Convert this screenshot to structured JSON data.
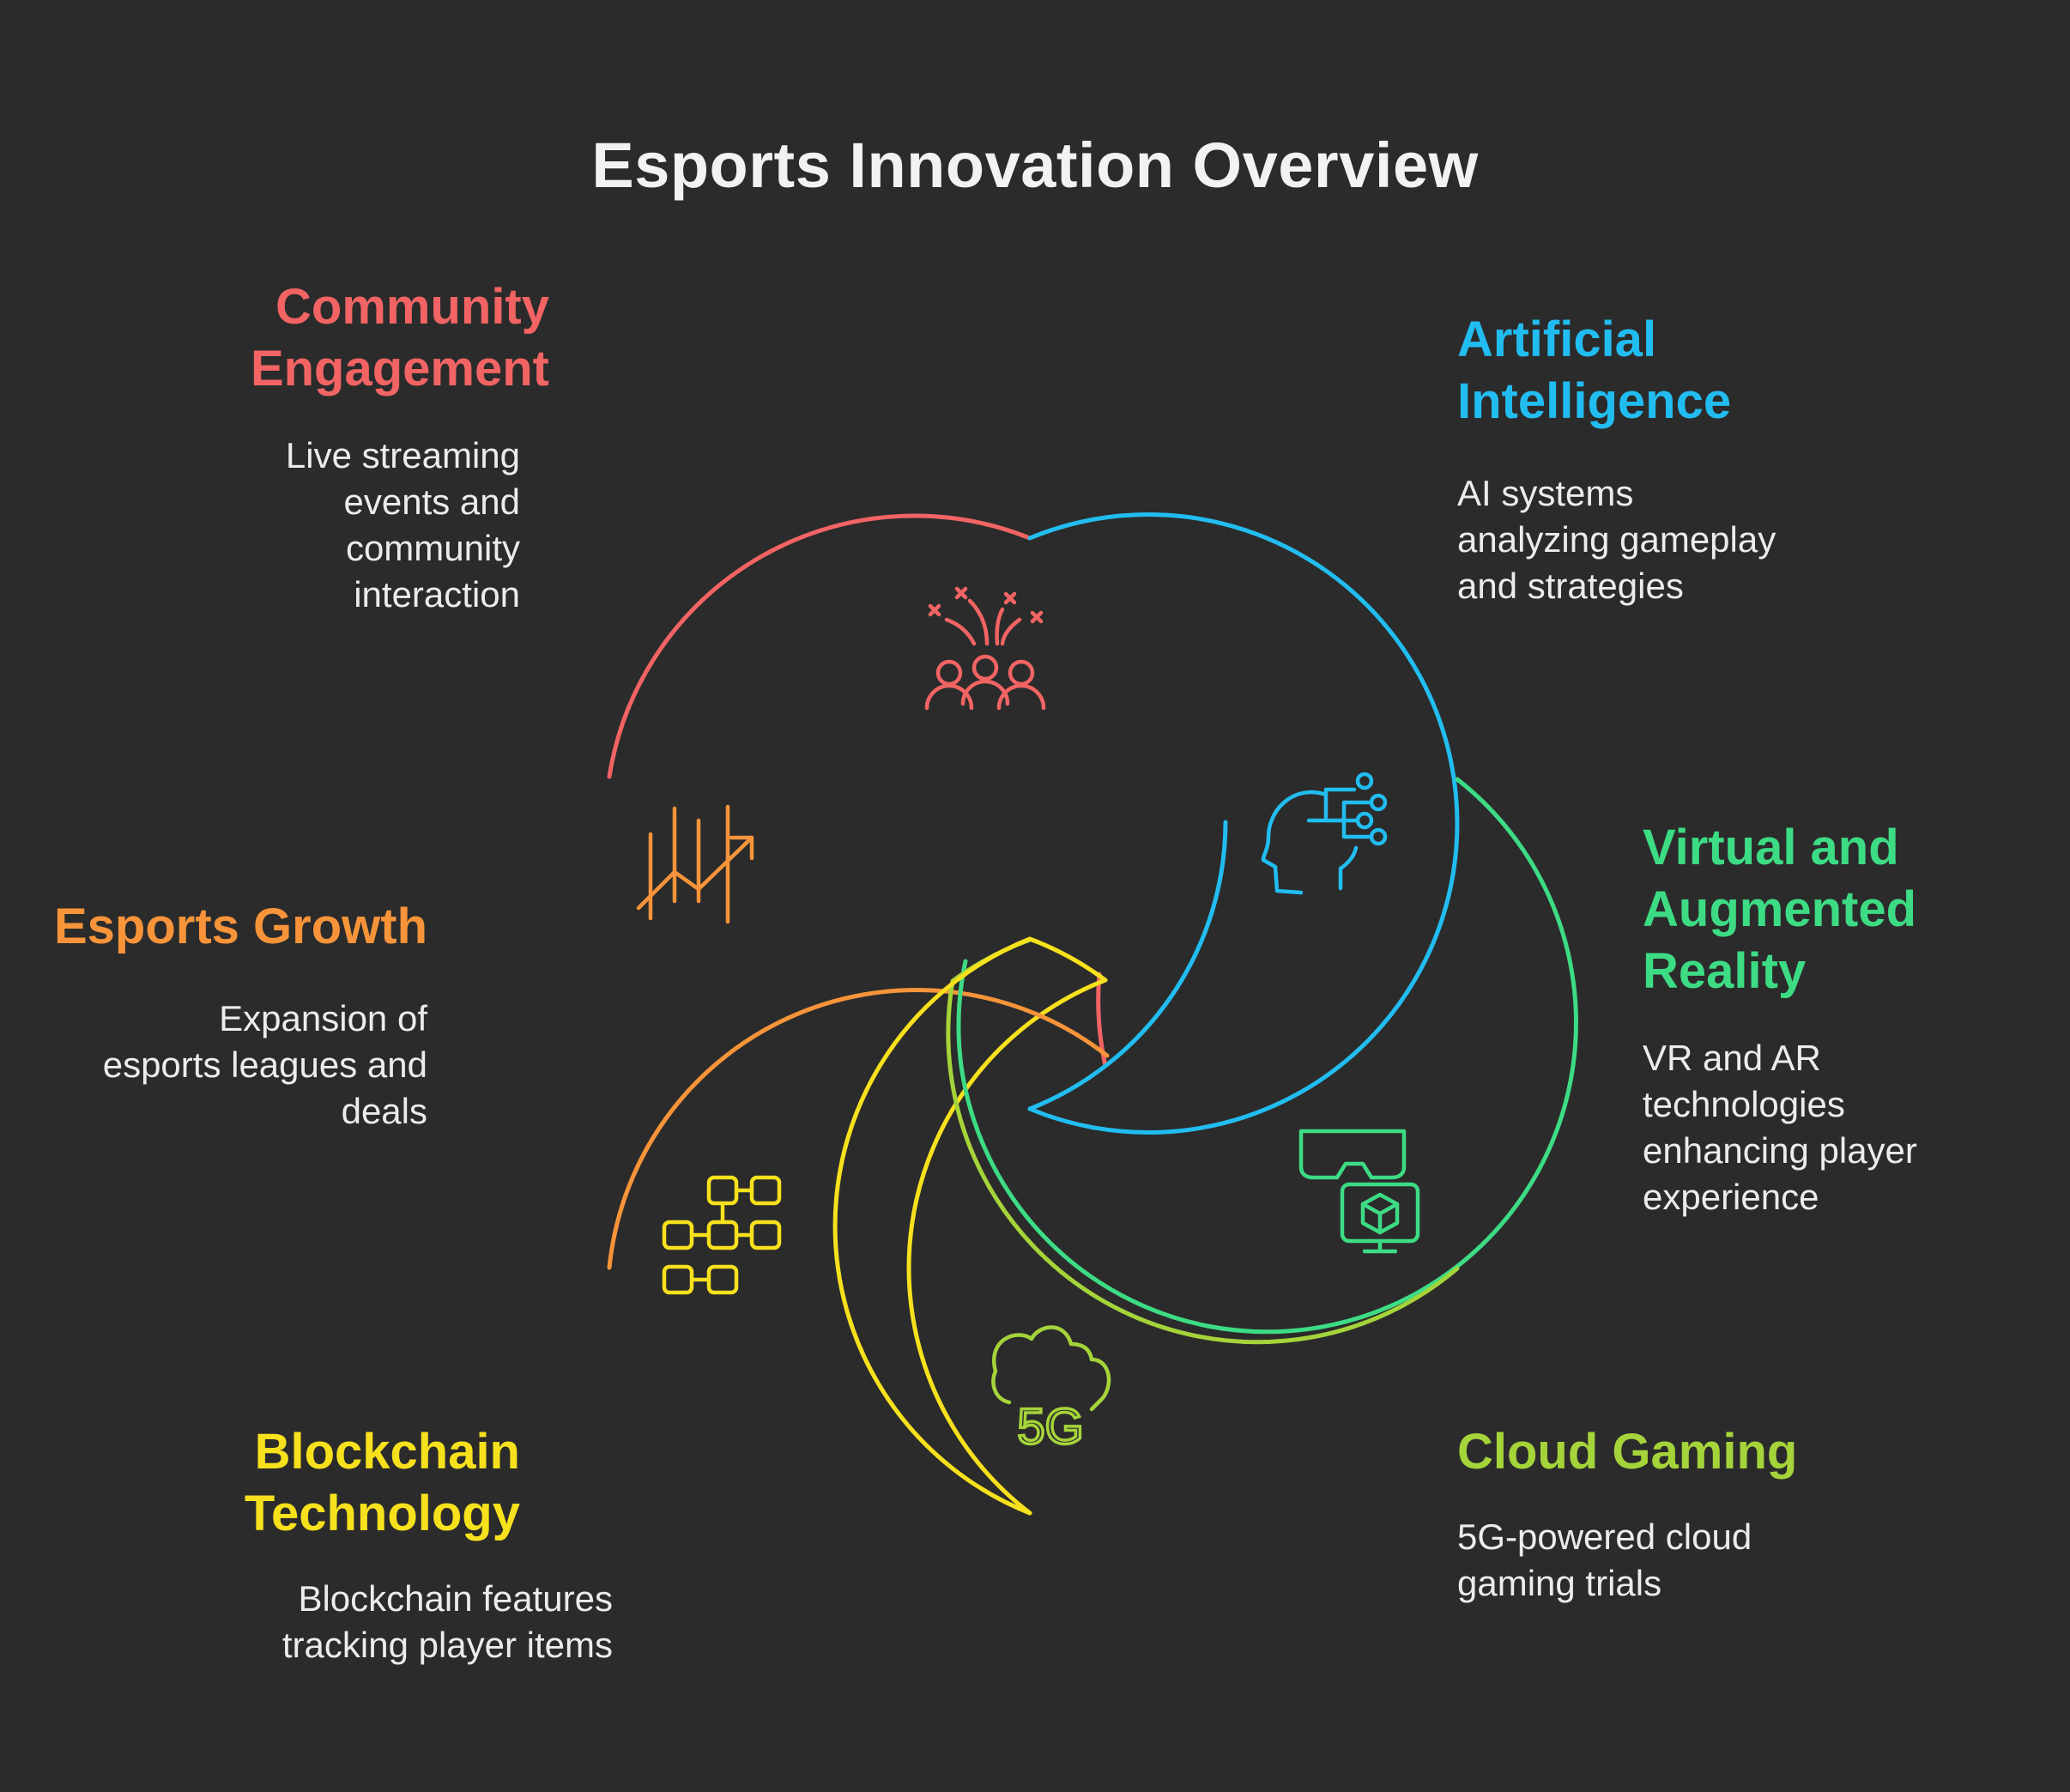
{
  "title": "Esports Innovation Overview",
  "colors": {
    "background": "#2b2b2b",
    "community": "#f26464",
    "ai": "#22bdf0",
    "vr": "#3ddc84",
    "growth": "#f7943a",
    "blockchain": "#f7e11d",
    "cloud": "#a5d43a"
  },
  "sections": {
    "community": {
      "heading_lines": [
        "Community",
        "Engagement"
      ],
      "desc_lines": [
        "Live streaming",
        "events and",
        "community",
        "interaction"
      ],
      "icon": "crowd-celebration-icon"
    },
    "ai": {
      "heading_lines": [
        "Artificial",
        "Intelligence"
      ],
      "desc_lines": [
        "AI systems",
        "analyzing gameplay",
        "and strategies"
      ],
      "icon": "ai-head-circuit-icon"
    },
    "vr": {
      "heading_lines": [
        "Virtual and",
        "Augmented",
        "Reality"
      ],
      "desc_lines": [
        "VR and AR",
        "technologies",
        "enhancing player",
        "experience"
      ],
      "icon": "vr-headset-cube-icon"
    },
    "growth": {
      "heading_lines": [
        "Esports Growth"
      ],
      "desc_lines": [
        "Expansion of",
        "esports leagues and",
        "deals"
      ],
      "icon": "growth-chart-icon"
    },
    "blockchain": {
      "heading_lines": [
        "Blockchain",
        "Technology"
      ],
      "desc_lines": [
        "Blockchain features",
        "tracking player items"
      ],
      "icon": "blockchain-blocks-icon"
    },
    "cloud": {
      "heading_lines": [
        "Cloud Gaming"
      ],
      "desc_lines": [
        "5G-powered cloud",
        "gaming trials"
      ],
      "icon": "cloud-5g-icon",
      "icon_text": "5G"
    }
  }
}
